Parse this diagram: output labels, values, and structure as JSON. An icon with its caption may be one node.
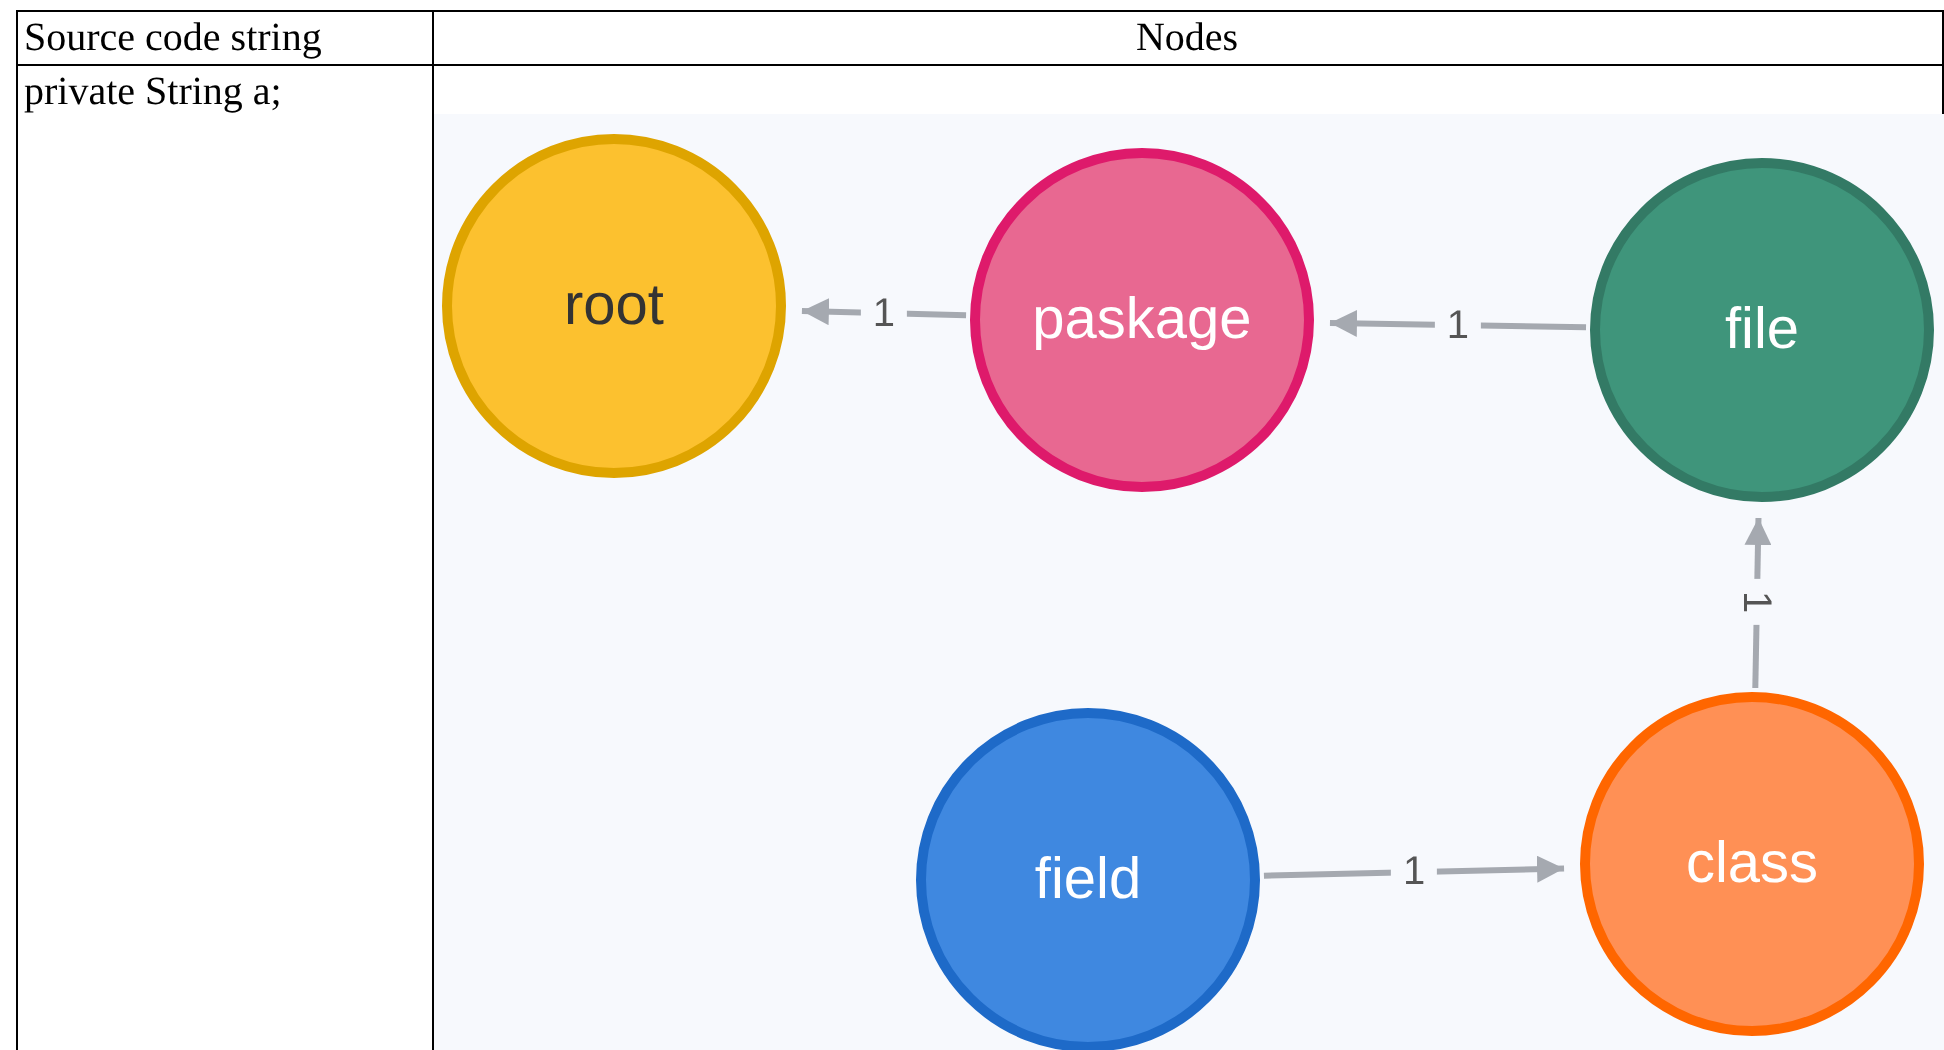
{
  "diagram": {
    "nodes": [
      {
        "text": [
          "root"
        ]
      },
      {
        "text": [
          "paskage"
        ]
      },
      {
        "text": [
          "file"
        ]
      },
      {
        "text": [
          "field"
        ]
      },
      {
        "text": [
          "class"
        ]
      }
    ],
    "edges": [
      {
        "from": 1,
        "to": 0,
        "arrow": "to",
        "label": "1"
      },
      {
        "from": 2,
        "to": 1,
        "arrow": "to",
        "label": "1"
      },
      {
        "from": 4,
        "to": 2,
        "arrow": "to",
        "label": "1"
      },
      {
        "from": 3,
        "to": 4,
        "arrow": "to",
        "label": "1"
      }
    ],
    "labels": [
      "Source code string",
      "Nodes",
      "private String a;"
    ]
  }
}
